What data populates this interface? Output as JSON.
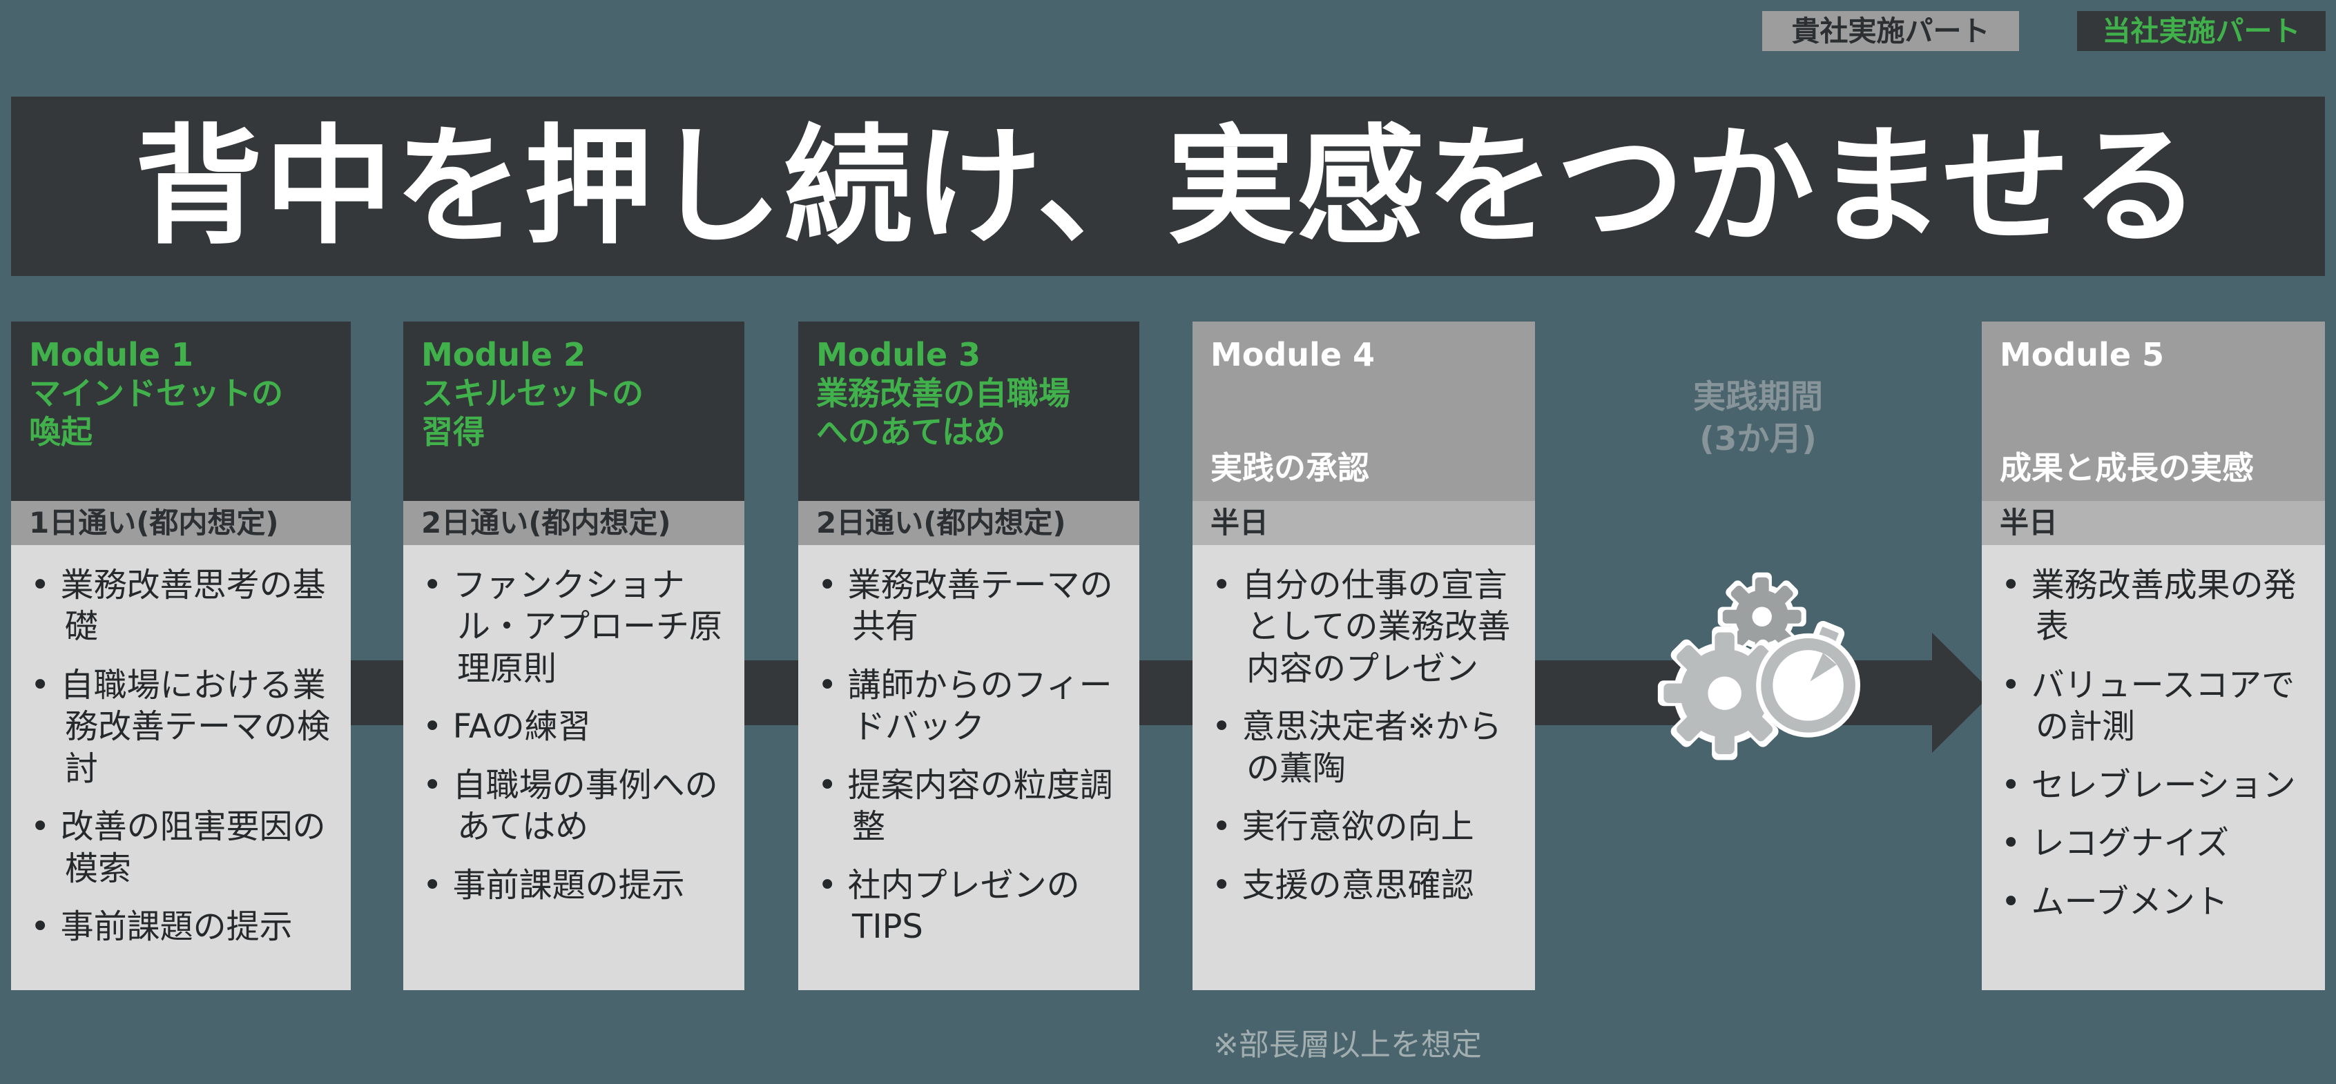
{
  "legend": {
    "client": {
      "label": "貴社実施パート"
    },
    "ours": {
      "label": "当社実施パート"
    }
  },
  "title": "背中を押し続け、実感をつかませる",
  "modules": [
    {
      "name": "Module 1",
      "subtitle": "マインドセットの\n喚起",
      "schedule": "1日通い(都内想定)",
      "owner": "ours",
      "items": [
        "業務改善思考の基礎",
        "自職場における業務改善テーマの検討",
        "改善の阻害要因の模索",
        "事前課題の提示"
      ]
    },
    {
      "name": "Module 2",
      "subtitle": "スキルセットの\n習得",
      "schedule": "2日通い(都内想定)",
      "owner": "ours",
      "items": [
        "ファンクショナル・アプローチ原理原則",
        "FAの練習",
        "自職場の事例へのあてはめ",
        "事前課題の提示"
      ]
    },
    {
      "name": "Module 3",
      "subtitle": "業務改善の自職場\nへのあてはめ",
      "schedule": "2日通い(都内想定)",
      "owner": "ours",
      "items": [
        "業務改善テーマの共有",
        "講師からのフィードバック",
        "提案内容の粒度調整",
        "社内プレゼンのTIPS"
      ]
    },
    {
      "name": "Module 4",
      "subtitle": "実践の承認",
      "schedule": "半日",
      "owner": "client",
      "items": [
        "自分の仕事の宣言としての業務改善内容のプレゼン",
        "意思決定者※からの薫陶",
        "実行意欲の向上",
        "支援の意思確認"
      ]
    },
    {
      "name": "Module 5",
      "subtitle": "成果と成長の実感",
      "schedule": "半日",
      "owner": "client",
      "items": [
        "業務改善成果の発表",
        "バリュースコアでの計測",
        "セレブレーション",
        "レコグナイズ",
        "ムーブメント"
      ]
    }
  ],
  "practice_period": {
    "line1": "実践期間",
    "line2": "(3か月)",
    "icon": "gears-stopwatch-icon"
  },
  "footnote": "※部長層以上を想定",
  "colors": {
    "background": "#4a646d",
    "panel_dark": "#34383b",
    "panel_gray": "#9d9d9d",
    "schedule_gray_light": "#b3b3b3",
    "body_gray": "#dadada",
    "accent_green": "#41b14b",
    "text_dark": "#2c3033",
    "practice_text": "#87949a"
  }
}
